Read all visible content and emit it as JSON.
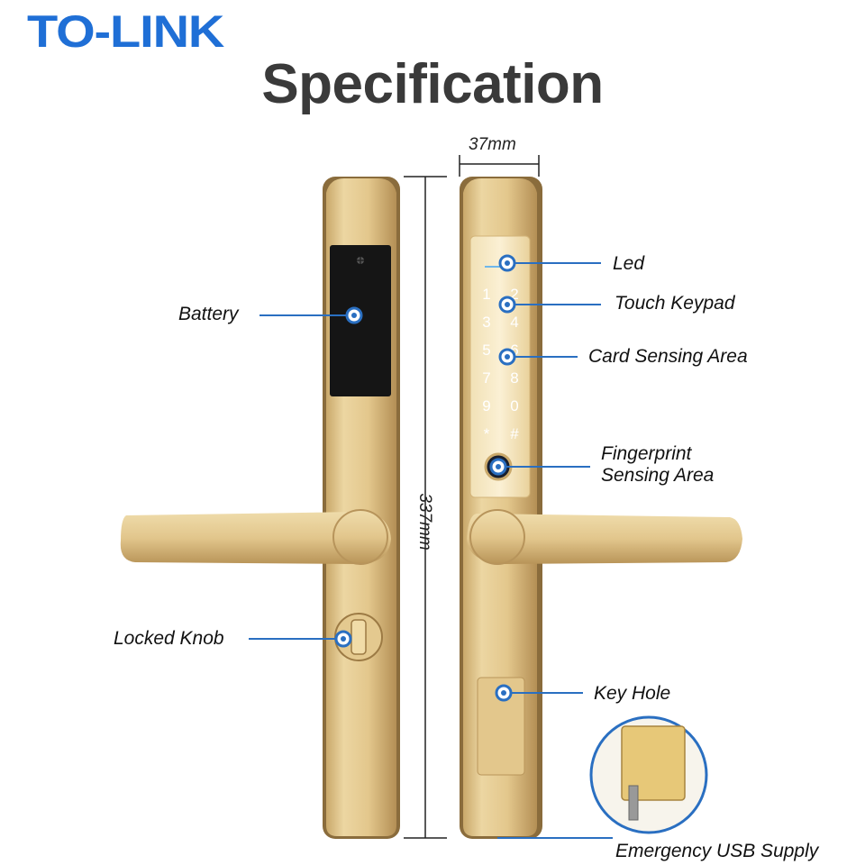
{
  "brand": {
    "name": "TO-LINK"
  },
  "title": "Specification",
  "dimensions": {
    "width": "37mm",
    "height": "337mm"
  },
  "keypad": {
    "keys": [
      "1",
      "2",
      "3",
      "4",
      "5",
      "6",
      "7",
      "8",
      "9",
      "0",
      "*",
      "#"
    ]
  },
  "callouts": {
    "battery": "Battery",
    "locked_knob": "Locked Knob",
    "led": "Led",
    "touch_keypad": "Touch Keypad",
    "card_sensing": "Card Sensing Area",
    "fingerprint_line1": "Fingerprint",
    "fingerprint_line2": "Sensing Area",
    "key_hole": "Key Hole",
    "usb": "Emergency USB Supply"
  },
  "colors": {
    "brand": "#1f6fd6",
    "gold": "#e8cf95",
    "gold_dark": "#b8955a",
    "callout_line": "#2a6fc1",
    "battery_panel": "#151515"
  }
}
